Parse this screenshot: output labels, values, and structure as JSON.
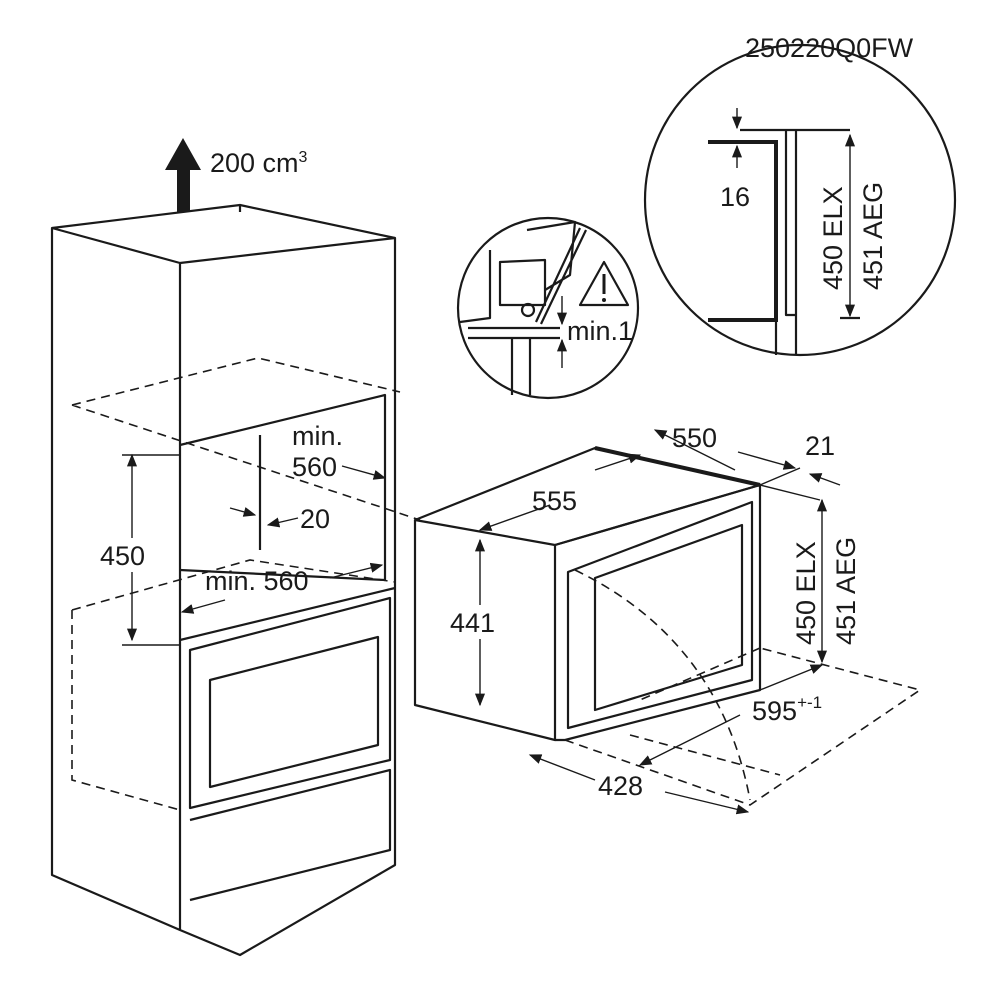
{
  "document_code": "250220Q0FW",
  "ventilation": {
    "value": "200 cm",
    "superscript": "3"
  },
  "cabinet": {
    "min_depth_label": "min.",
    "min_depth_value": "560",
    "niche_height": "450",
    "gap": "20",
    "min_width": "min. 560"
  },
  "appliance": {
    "depth": "550",
    "door_thickness": "21",
    "width": "555",
    "height": "441",
    "front_width": "428",
    "niche_height_elx": "450 ELX",
    "niche_height_aeg": "451 AEG",
    "niche_width": "595",
    "niche_width_tolerance": "+-1"
  },
  "detail_small": {
    "clearance": "min.1",
    "warning_icon": "warning-triangle-icon"
  },
  "detail_large": {
    "offset": "16",
    "height_elx": "450 ELX",
    "height_aeg": "451 AEG"
  }
}
